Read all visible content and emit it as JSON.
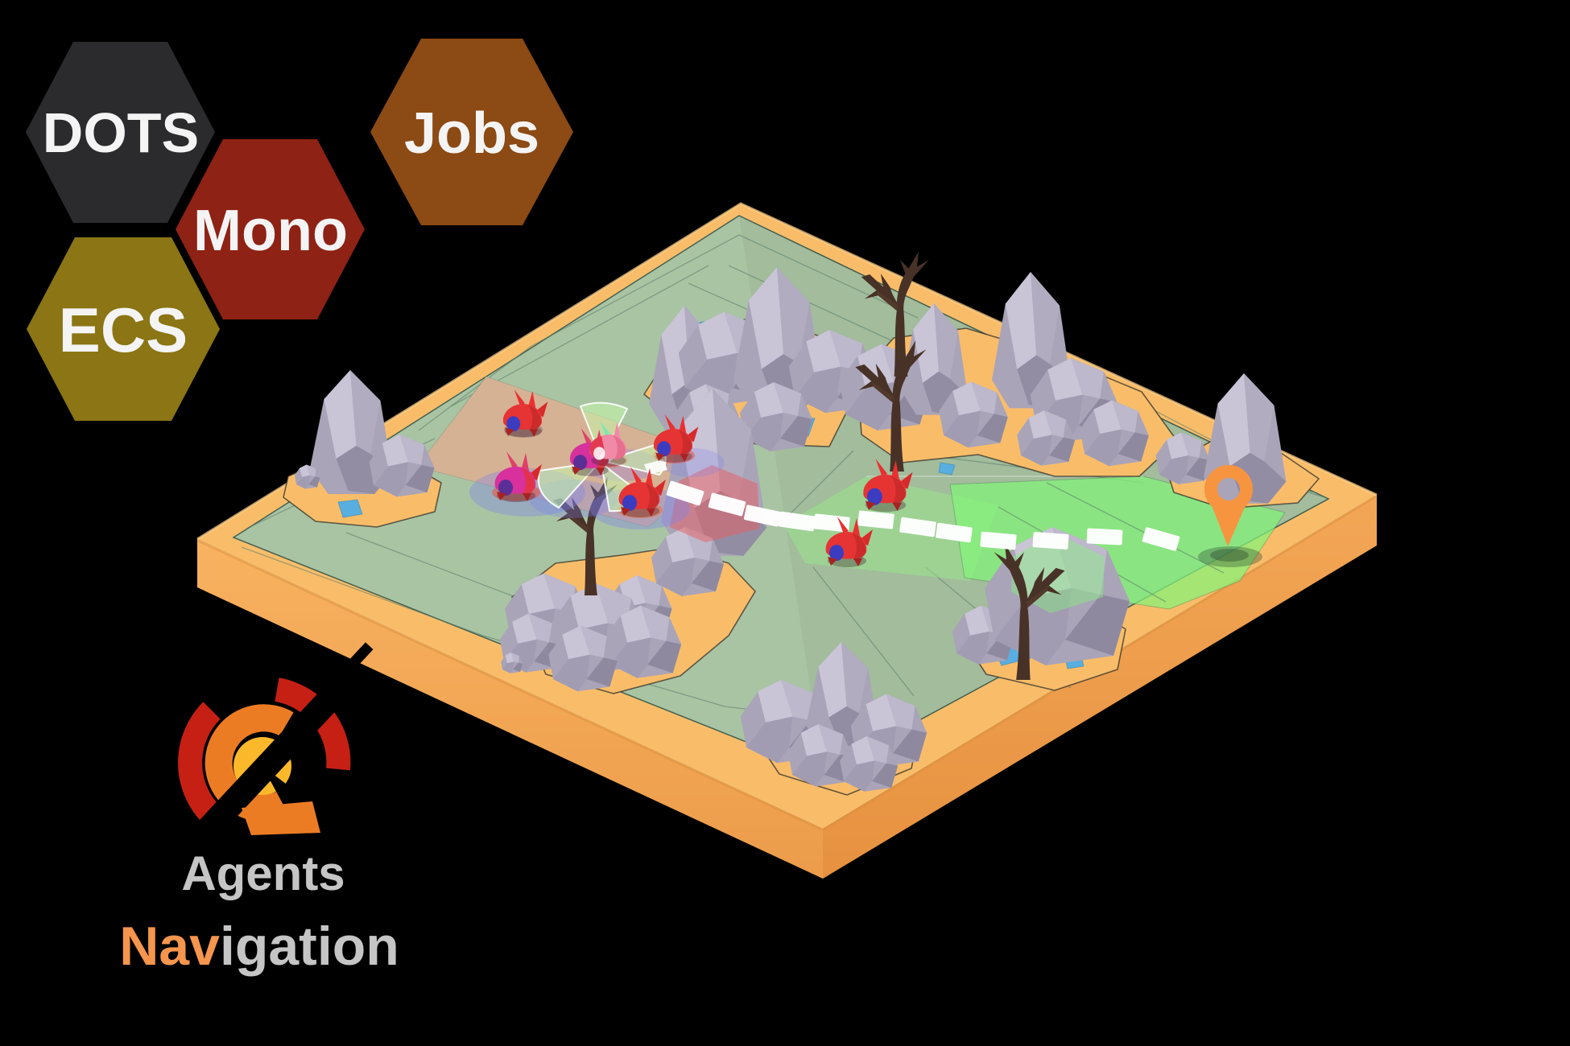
{
  "badges": [
    {
      "label": "DOTS",
      "color": "#2b2b2e"
    },
    {
      "label": "Mono",
      "color": "#8e2214"
    },
    {
      "label": "Jobs",
      "color": "#8c4a14"
    },
    {
      "label": "ECS",
      "color": "#8b7514"
    }
  ],
  "brand": {
    "line1": "Agents",
    "line2_accent": "Nav",
    "line2_rest": "igation"
  },
  "colors": {
    "accent": "#f5954e",
    "text_gray": "#c5c5c5",
    "platform_top": "#f9bd6a",
    "platform_side": "#f2a553",
    "navmesh": "#a9c4a3",
    "navmesh_highlight": "#82f478",
    "ground_tan": "#d5b293",
    "rock": "#a9a4b8",
    "water": "#58aede",
    "tree": "#483227",
    "agent_red": "#e63434",
    "path_dash": "#ffffff",
    "pin": "#f79440",
    "logo_red": "#c62014",
    "logo_orange": "#ec7c24",
    "logo_yellow": "#fbb82a"
  },
  "scene": {
    "agent_count": 8,
    "path_dash_count": 12,
    "destination_marker": "map-pin",
    "sensor_cone_count": 4
  }
}
